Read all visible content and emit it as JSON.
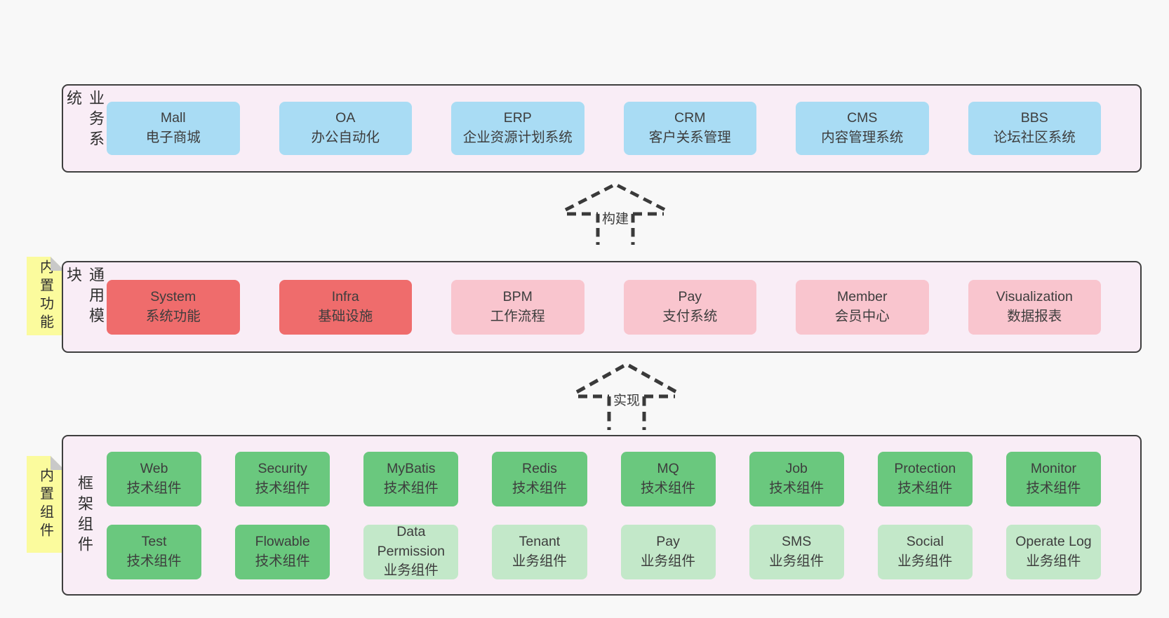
{
  "colors": {
    "page_bg": "#f8f8f8",
    "section_bg": "#f9edf6",
    "section_border": "#3f3f3f",
    "blue_box": "#a9dcf4",
    "red_box": "#ef6c6c",
    "pink_box": "#f9c5ce",
    "green_box": "#6ac87e",
    "light_green_box": "#c3e8c9",
    "note_yellow": "#fbfb9d",
    "note_fold_gray": "#c9c9c9"
  },
  "arrows": [
    {
      "id": "build",
      "label": "构建"
    },
    {
      "id": "implement",
      "label": "实现"
    }
  ],
  "sections": [
    {
      "id": "business",
      "label": "业务系统",
      "note": null,
      "rows": [
        [
          {
            "title": "Mall",
            "subtitle": "电子商城",
            "variant": "blue"
          },
          {
            "title": "OA",
            "subtitle": "办公自动化",
            "variant": "blue"
          },
          {
            "title": "ERP",
            "subtitle": "企业资源计划系统",
            "variant": "blue"
          },
          {
            "title": "CRM",
            "subtitle": "客户关系管理",
            "variant": "blue"
          },
          {
            "title": "CMS",
            "subtitle": "内容管理系统",
            "variant": "blue"
          },
          {
            "title": "BBS",
            "subtitle": "论坛社区系统",
            "variant": "blue"
          }
        ]
      ]
    },
    {
      "id": "modules",
      "label": "通用模块",
      "note": "内置功能",
      "rows": [
        [
          {
            "title": "System",
            "subtitle": "系统功能",
            "variant": "red"
          },
          {
            "title": "Infra",
            "subtitle": "基础设施",
            "variant": "red"
          },
          {
            "title": "BPM",
            "subtitle": "工作流程",
            "variant": "pink"
          },
          {
            "title": "Pay",
            "subtitle": "支付系统",
            "variant": "pink"
          },
          {
            "title": "Member",
            "subtitle": "会员中心",
            "variant": "pink"
          },
          {
            "title": "Visualization",
            "subtitle": "数据报表",
            "variant": "pink"
          }
        ]
      ]
    },
    {
      "id": "components",
      "label": "框架组件",
      "note": "内置组件",
      "rows": [
        [
          {
            "title": "Web",
            "subtitle": "技术组件",
            "variant": "green"
          },
          {
            "title": "Security",
            "subtitle": "技术组件",
            "variant": "green"
          },
          {
            "title": "MyBatis",
            "subtitle": "技术组件",
            "variant": "green"
          },
          {
            "title": "Redis",
            "subtitle": "技术组件",
            "variant": "green"
          },
          {
            "title": "MQ",
            "subtitle": "技术组件",
            "variant": "green"
          },
          {
            "title": "Job",
            "subtitle": "技术组件",
            "variant": "green"
          },
          {
            "title": "Protection",
            "subtitle": "技术组件",
            "variant": "green"
          },
          {
            "title": "Monitor",
            "subtitle": "技术组件",
            "variant": "green"
          }
        ],
        [
          {
            "title": "Test",
            "subtitle": "技术组件",
            "variant": "green"
          },
          {
            "title": "Flowable",
            "subtitle": "技术组件",
            "variant": "green"
          },
          {
            "title": "Data Permission",
            "subtitle": "业务组件",
            "variant": "lightgreen"
          },
          {
            "title": "Tenant",
            "subtitle": "业务组件",
            "variant": "lightgreen"
          },
          {
            "title": "Pay",
            "subtitle": "业务组件",
            "variant": "lightgreen"
          },
          {
            "title": "SMS",
            "subtitle": "业务组件",
            "variant": "lightgreen"
          },
          {
            "title": "Social",
            "subtitle": "业务组件",
            "variant": "lightgreen"
          },
          {
            "title": "Operate Log",
            "subtitle": "业务组件",
            "variant": "lightgreen"
          }
        ]
      ]
    }
  ]
}
